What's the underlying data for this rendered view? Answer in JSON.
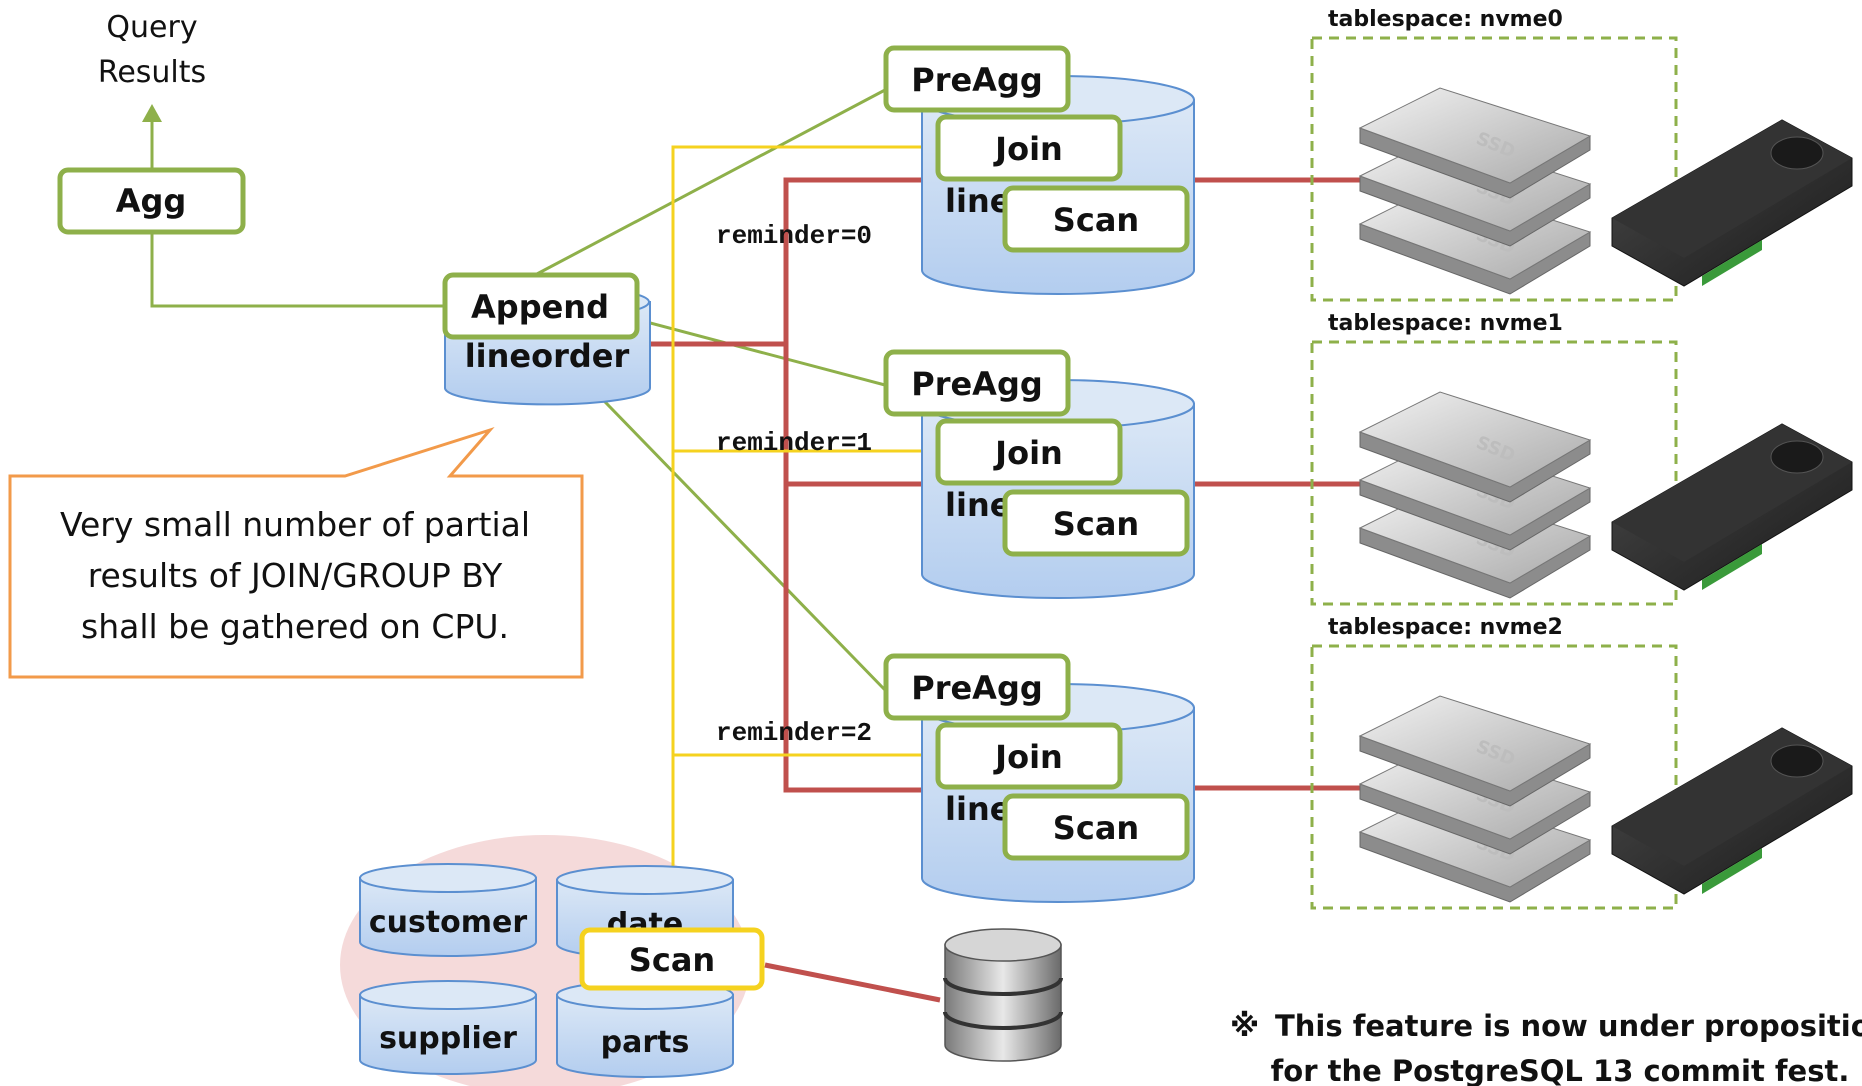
{
  "query_results": {
    "line1": "Query",
    "line2": "Results"
  },
  "agg": {
    "label": "Agg"
  },
  "append": {
    "label": "Append",
    "table": "lineorder"
  },
  "callout": {
    "line1": "Very small number of partial",
    "line2": "results of JOIN/GROUP BY",
    "line3": "shall be gathered on CPU."
  },
  "partitions": [
    {
      "preagg": "PreAgg",
      "join": "Join",
      "scan": "Scan",
      "table_fragment": "line",
      "reminder": "reminder=0",
      "tablespace": "tablespace: nvme0"
    },
    {
      "preagg": "PreAgg",
      "join": "Join",
      "scan": "Scan",
      "table_fragment": "line",
      "reminder": "reminder=1",
      "tablespace": "tablespace: nvme1"
    },
    {
      "preagg": "PreAgg",
      "join": "Join",
      "scan": "Scan",
      "table_fragment": "line",
      "reminder": "reminder=2",
      "tablespace": "tablespace: nvme2"
    }
  ],
  "ssd_label": "SSD",
  "dimension_tables": {
    "customer": "customer",
    "date": "date",
    "supplier": "supplier",
    "parts": "parts",
    "scan": "Scan"
  },
  "note": {
    "symbol": "※",
    "line1": "This feature is now under proposition",
    "line2": "for the PostgreSQL 13 commit fest."
  },
  "colors": {
    "green": "#8eb04a",
    "red": "#c0504d",
    "yellow": "#f5d21f",
    "orange": "#f29a4a",
    "cyl_fill": "#c5d9f1",
    "cyl_stroke": "#5b8fd0"
  }
}
